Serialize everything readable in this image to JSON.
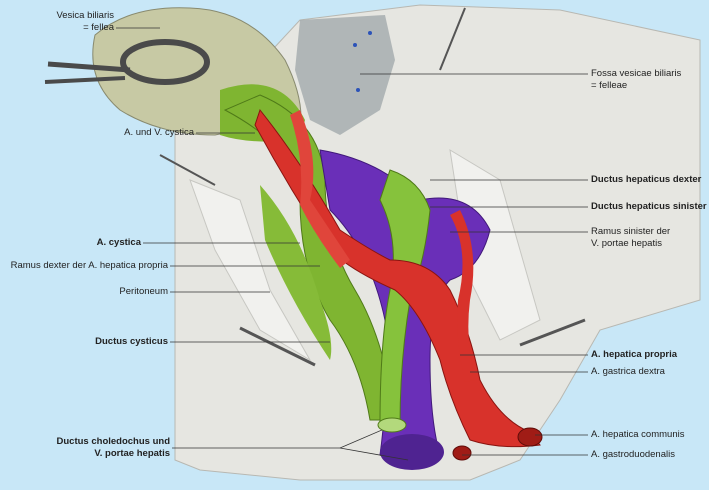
{
  "labels": {
    "vesica": [
      "Vesica biliaris",
      "= fellea"
    ],
    "a_v_cystica": "A. und V. cystica",
    "a_cystica": "A. cystica",
    "ramus_dexter": "Ramus dexter der A. hepatica propria",
    "peritoneum": "Peritoneum",
    "ductus_cysticus": "Ductus cysticus",
    "ductus_choledochus": [
      "Ductus choledochus und",
      "V. portae hepatis"
    ],
    "fossa": [
      "Fossa vesicae biliaris",
      "= felleae"
    ],
    "ductus_hep_dexter": "Ductus hepaticus dexter",
    "ductus_hep_sinister": "Ductus hepaticus sinister",
    "ramus_sinister": [
      "Ramus sinister der",
      "V. portae hepatis"
    ],
    "a_hep_propria": "A. hepatica propria",
    "a_gastrica_dextra": "A. gastrica dextra",
    "a_hep_communis": "A. hepatica communis",
    "a_gastroduodenalis": "A. gastroduodenalis"
  },
  "colors": {
    "background": "#c8e7f7",
    "liver_tissue": "#e7e7e2",
    "gallbladder_green": "#7fb531",
    "artery_red": "#d8322b",
    "portal_vein_purple": "#6a2fb8",
    "leader_line": "#333333"
  }
}
